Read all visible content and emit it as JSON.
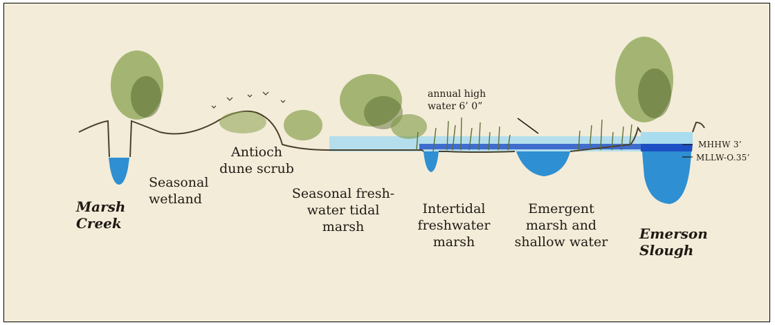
{
  "labels": {
    "marsh_creek": [
      "Marsh",
      "Creek"
    ],
    "seasonal_wetland": [
      "Seasonal",
      "wetland"
    ],
    "antioch_dune_scrub": [
      "Antioch",
      "dune scrub"
    ],
    "seasonal_freshwater_tidal_marsh": [
      "Seasonal fresh-",
      "water tidal",
      "marsh"
    ],
    "annual_high_water": [
      "annual high",
      "water 6’ 0”"
    ],
    "intertidal_freshwater_marsh": [
      "Intertidal",
      "freshwater",
      "marsh"
    ],
    "emergent_marsh_shallow_water": [
      "Emergent",
      "marsh and",
      "shallow water"
    ],
    "emerson_slough": [
      "Emerson",
      "Slough"
    ],
    "mhhw": "MHHW 3’",
    "mllw": "MLLW-O.35’"
  },
  "colors": {
    "background": "#f3ecd9",
    "water_deep": "#2f8fd0",
    "water_light": "#9fd8ec",
    "water_band": "#1d4fc4",
    "vegetation": "#7f9a45",
    "vegetation_dark": "#4c5e2a",
    "soil": "#6a5a3e",
    "ink": "#1f1a14"
  }
}
